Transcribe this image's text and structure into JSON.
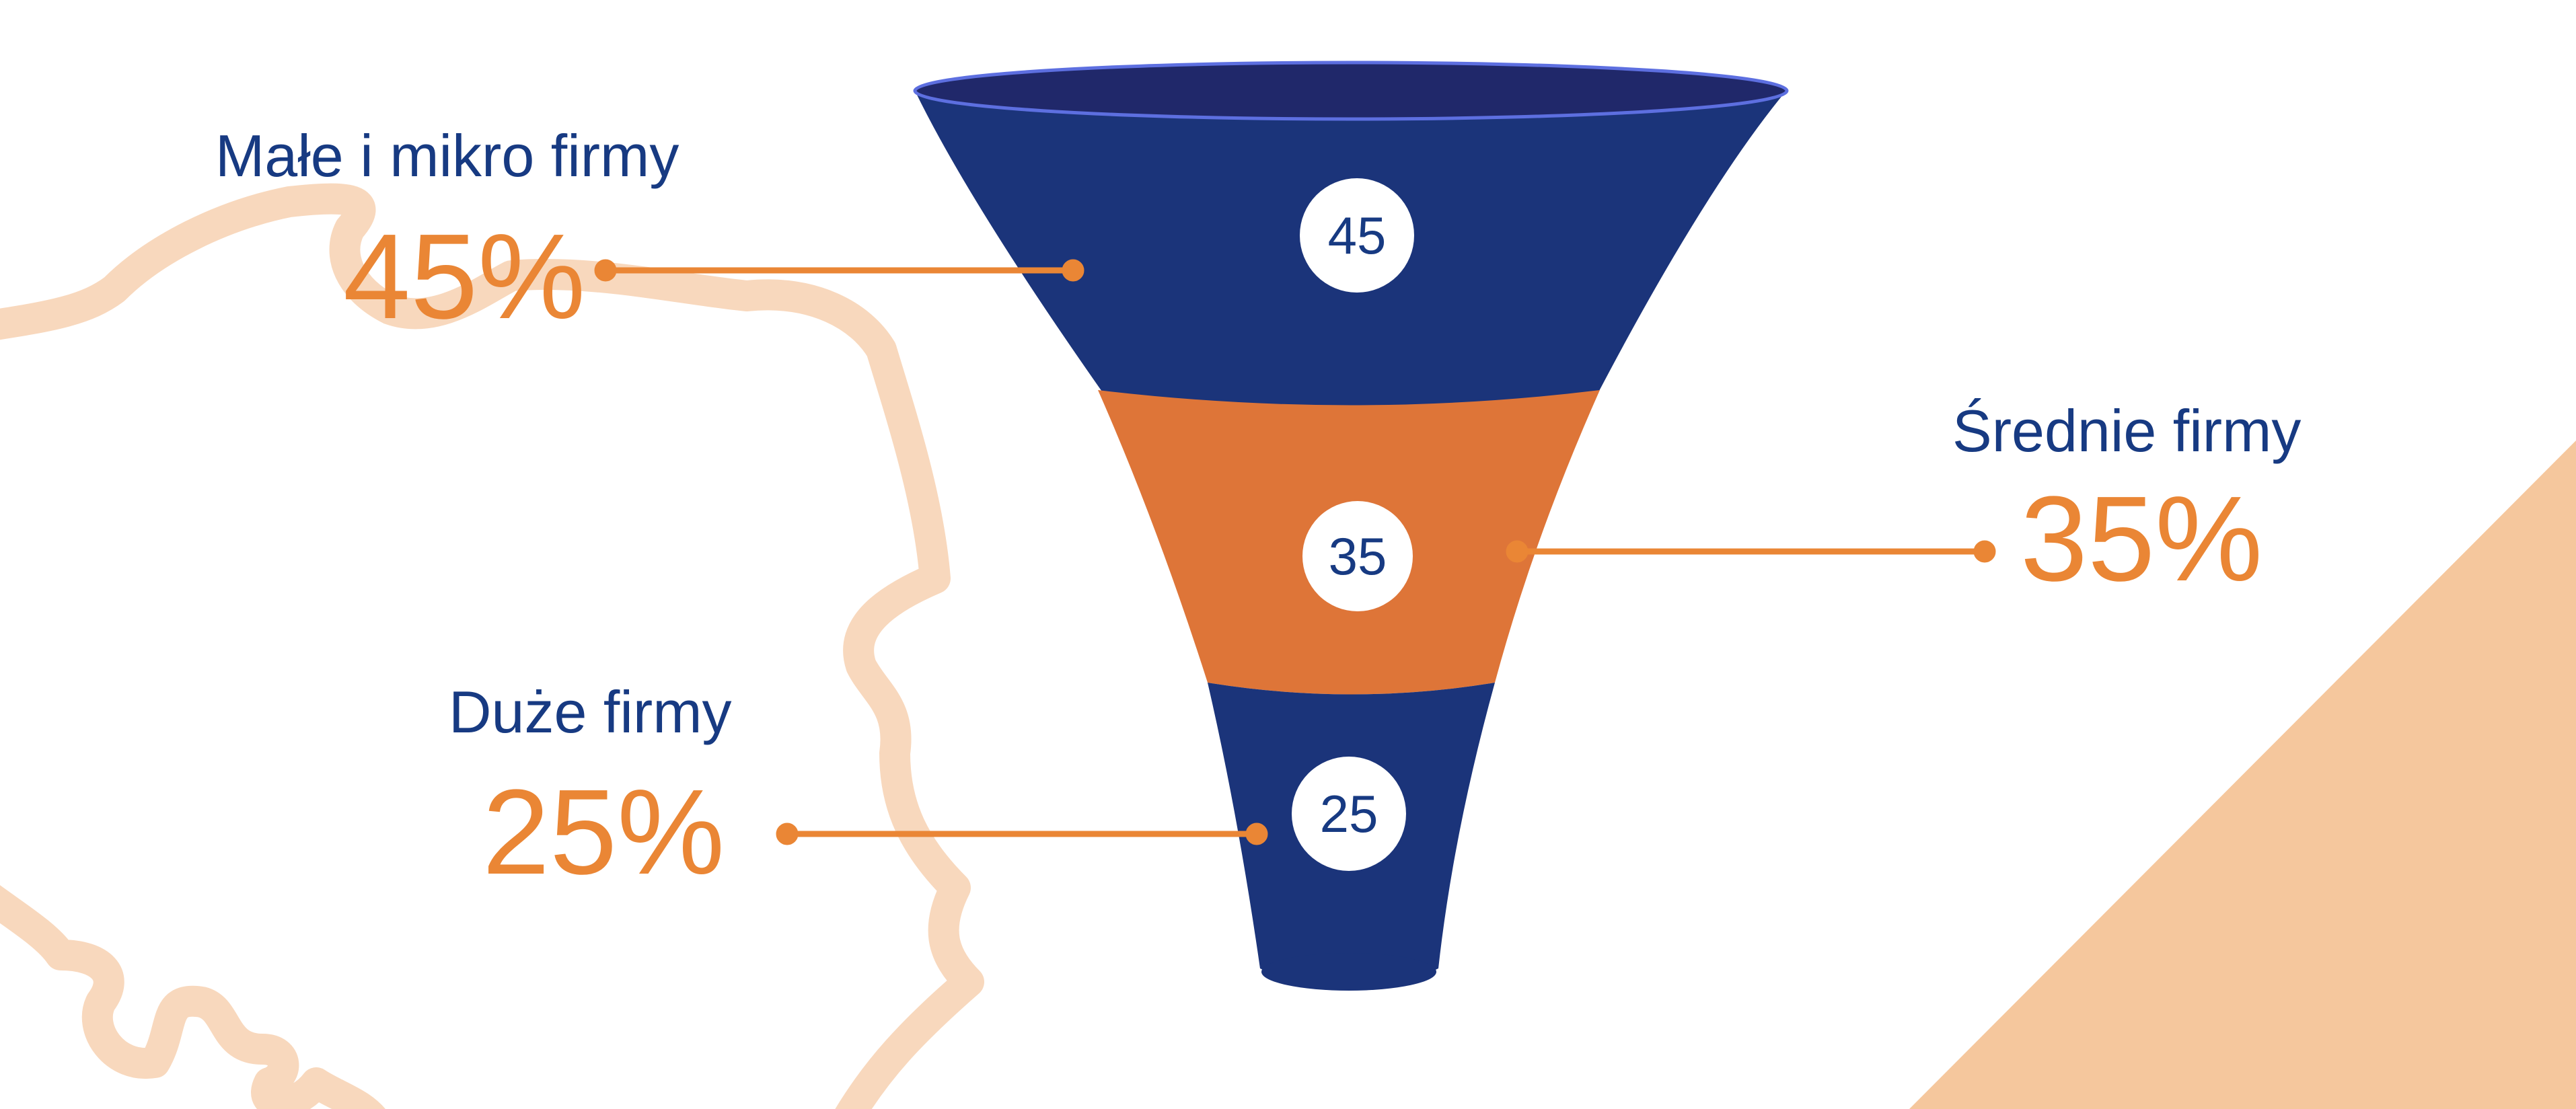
{
  "chart_data": {
    "type": "funnel",
    "title": "",
    "stages": [
      {
        "name": "Małe i mikro firmy",
        "value": 45,
        "percent_label": "45%",
        "color": "#1b347a"
      },
      {
        "name": "Średnie firmy",
        "value": 35,
        "percent_label": "35%",
        "color": "#de7538"
      },
      {
        "name": "Duże firmy",
        "value": 25,
        "percent_label": "25%",
        "color": "#1b347a"
      }
    ]
  },
  "colors": {
    "navy": "#1b347a",
    "orange": "#de7538",
    "text_navy": "#173a82",
    "text_orange": "#ea8635",
    "map_outline": "#f8d8bd",
    "corner_triangle": "#f5c79d"
  }
}
